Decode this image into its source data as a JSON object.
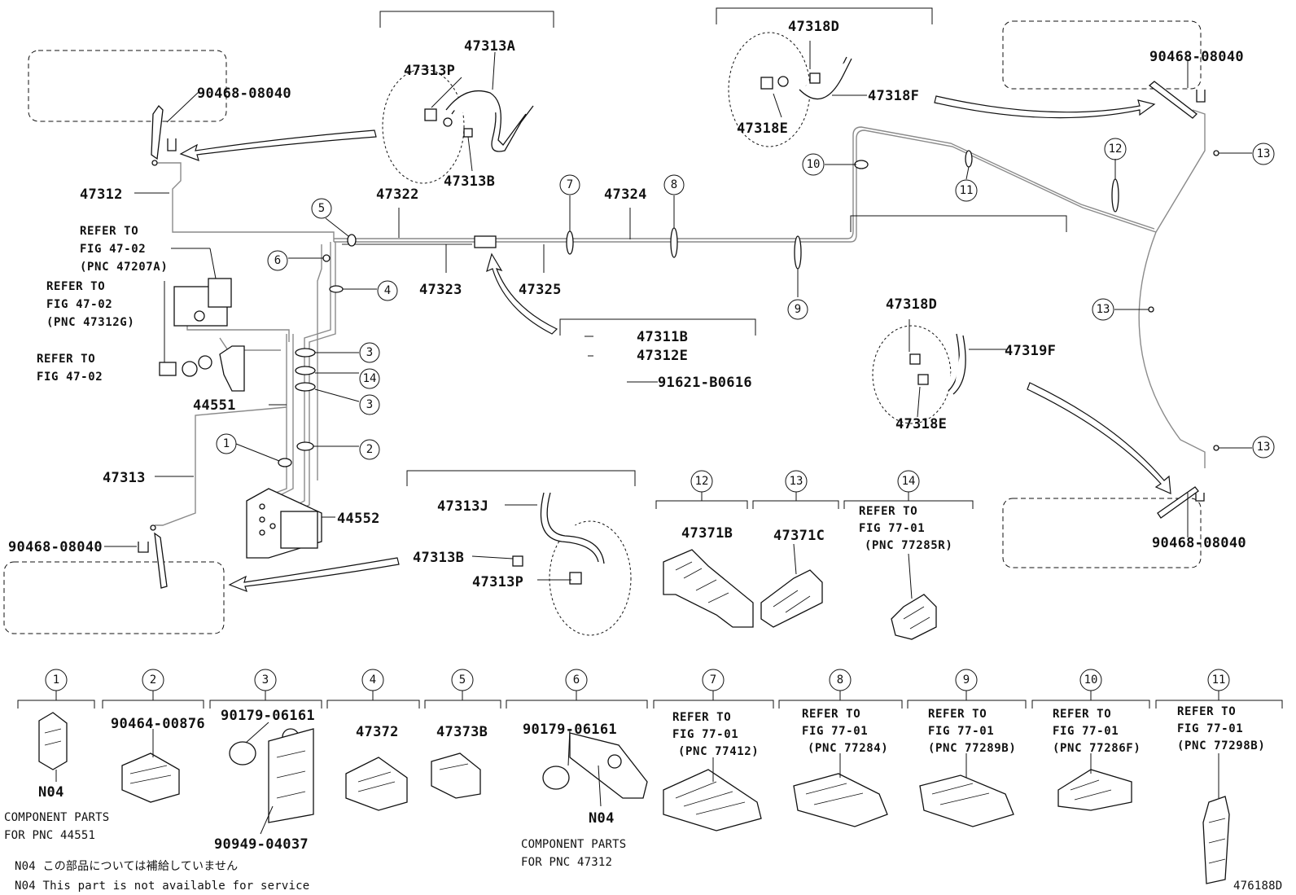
{
  "labels": {
    "l47313A": "47313A",
    "l47313P_top": "47313P",
    "l47313B_top": "47313B",
    "l90468_tl": "90468-08040",
    "l47312": "47312",
    "l47322": "47322",
    "l47324": "47324",
    "l47323": "47323",
    "l47325": "47325",
    "l47318D_top": "47318D",
    "l47318F": "47318F",
    "l47318E_top": "47318E",
    "l90468_tr": "90468-08040",
    "l47311B": "47311B",
    "l47312E": "47312E",
    "l91621": "91621-B0616",
    "l47318D_mid": "47318D",
    "l47319F": "47319F",
    "l47318E_mid": "47318E",
    "l44551": "44551",
    "l47313": "47313",
    "l44552": "44552",
    "l90468_bl": "90468-08040",
    "l47313J": "47313J",
    "l47313B_bot": "47313B",
    "l47313P_bot": "47313P",
    "l90468_br": "90468-08040",
    "l47371B": "47371B",
    "l47371C": "47371C",
    "l90464": "90464-00876",
    "l90179_3": "90179-06161",
    "l90949": "90949-04037",
    "l47372": "47372",
    "l47373B": "47373B",
    "l90179_6": "90179-06161",
    "l_n04_1": "N04",
    "l_n04_6": "N04",
    "fig_id": "476188D"
  },
  "refers": {
    "r1_a": "REFER TO",
    "r1_b": "FIG 47-02",
    "r1_c": "(PNC 47207A)",
    "r2_a": "REFER TO",
    "r2_b": "FIG 47-02",
    "r2_c": "(PNC 47312G)",
    "r3_a": "REFER TO",
    "r3_b": "FIG 47-02",
    "r14_a": "REFER TO",
    "r14_b": "FIG 77-01",
    "r14_c": "(PNC 77285R)",
    "r7_a": "REFER TO",
    "r7_b": "FIG 77-01",
    "r7_c": "(PNC 77412)",
    "r8_a": "REFER TO",
    "r8_b": "FIG 77-01",
    "r8_c": "(PNC 77284)",
    "r9_a": "REFER TO",
    "r9_b": "FIG 77-01",
    "r9_c": "(PNC 77289B)",
    "r10_a": "REFER TO",
    "r10_b": "FIG 77-01",
    "r10_c": "(PNC 77286F)",
    "r11_a": "REFER TO",
    "r11_b": "FIG 77-01",
    "r11_c": "(PNC 77298B)"
  },
  "notes": {
    "comp1_a": "COMPONENT PARTS",
    "comp1_b": "FOR PNC 44551",
    "comp6_a": "COMPONENT PARTS",
    "comp6_b": "FOR PNC 47312",
    "n04_jp": "N04 この部品については補給していません",
    "n04_en": "N04 This part is not available for service"
  },
  "callouts": {
    "c1": "1",
    "c2": "2",
    "c3": "3",
    "c4": "4",
    "c5": "5",
    "c6": "6",
    "c7": "7",
    "c8": "8",
    "c9": "9",
    "c10": "10",
    "c11": "11",
    "c12": "12",
    "c13": "13",
    "c14": "14"
  }
}
